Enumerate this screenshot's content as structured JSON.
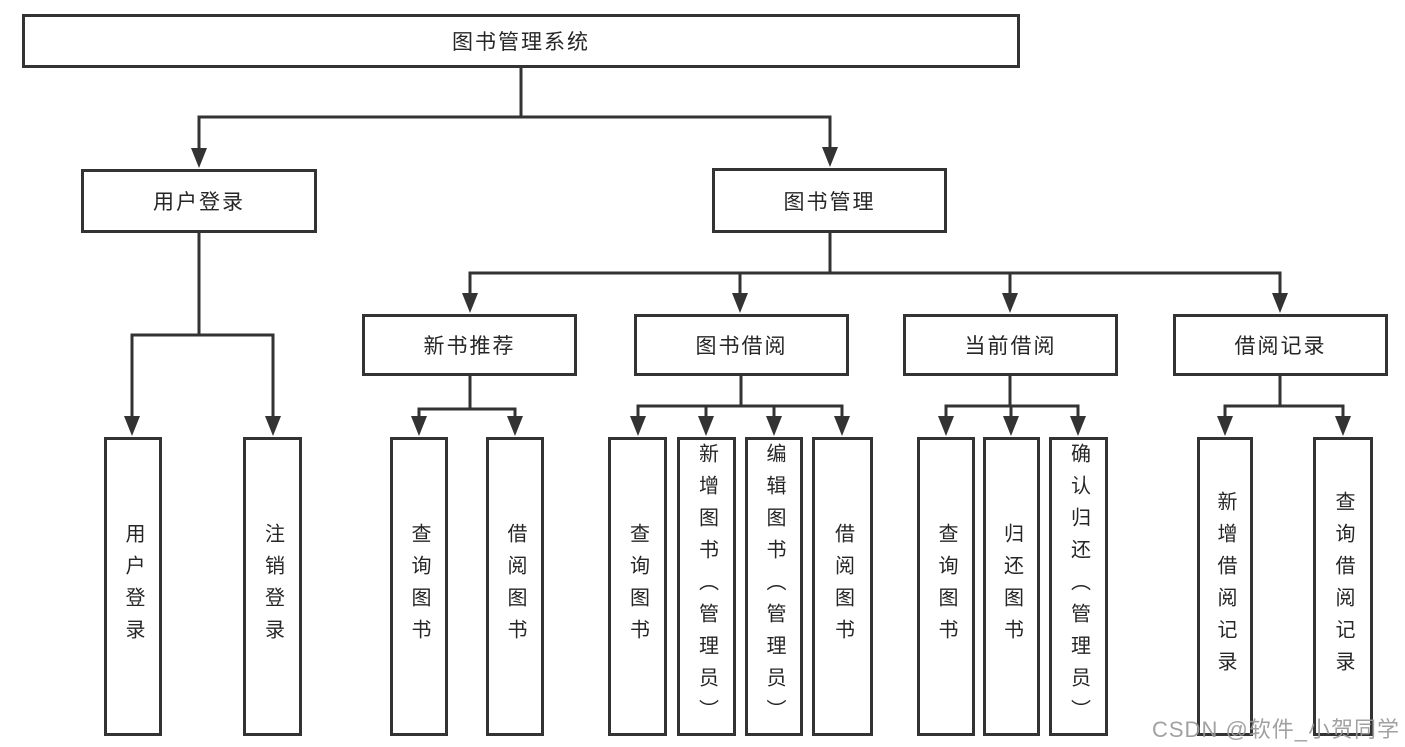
{
  "diagram": {
    "type": "tree",
    "root": {
      "label": "图书管理系统",
      "children": [
        {
          "label": "用户登录",
          "children": [
            {
              "label": "用户登录"
            },
            {
              "label": "注销登录"
            }
          ]
        },
        {
          "label": "图书管理",
          "children": [
            {
              "label": "新书推荐",
              "children": [
                {
                  "label": "查询图书"
                },
                {
                  "label": "借阅图书"
                }
              ]
            },
            {
              "label": "图书借阅",
              "children": [
                {
                  "label": "查询图书"
                },
                {
                  "label": "新增图书（管理员）"
                },
                {
                  "label": "编辑图书（管理员）"
                },
                {
                  "label": "借阅图书"
                }
              ]
            },
            {
              "label": "当前借阅",
              "children": [
                {
                  "label": "查询图书"
                },
                {
                  "label": "归还图书"
                },
                {
                  "label": "确认归还（管理员）"
                }
              ]
            },
            {
              "label": "借阅记录",
              "children": [
                {
                  "label": "新增借阅记录"
                },
                {
                  "label": "查询借阅记录"
                }
              ]
            }
          ]
        }
      ]
    },
    "watermark": {
      "text": "CSDN @软件_小贺同学"
    },
    "colors": {
      "line": "#333333",
      "text": "#262626",
      "background": "#ffffff",
      "watermark": "#9a9a9a"
    }
  }
}
